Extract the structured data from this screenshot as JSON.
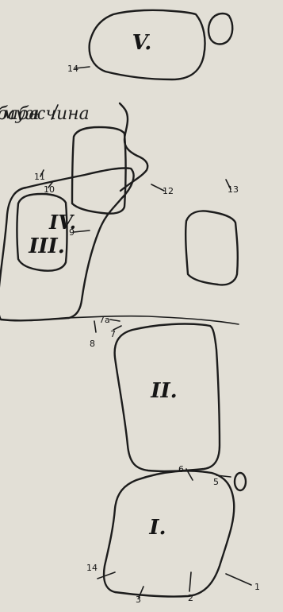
{
  "figure": {
    "regions": [
      {
        "id": "I",
        "label": "I."
      },
      {
        "id": "II",
        "label": "II."
      },
      {
        "id": "III",
        "label": "III."
      },
      {
        "id": "IV",
        "label": "IV."
      },
      {
        "id": "V",
        "label": "V."
      }
    ],
    "numbers": [
      "1",
      "2",
      "3",
      "14",
      "5",
      "6",
      "7",
      "7a",
      "8",
      "9",
      "10",
      "11",
      "12",
      "13",
      "14"
    ],
    "handwriting": {
      "line1": "мужчина",
      "line2": "баба"
    },
    "colors": {
      "paper": "#ebe8e1",
      "ink": "#1c1c1c"
    }
  }
}
